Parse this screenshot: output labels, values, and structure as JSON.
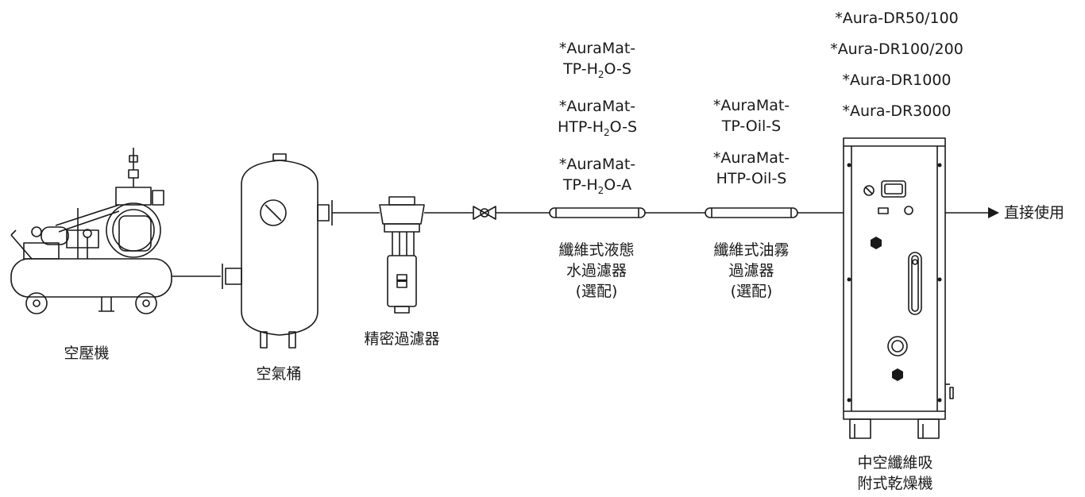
{
  "equipment": {
    "compressor": "空壓機",
    "air_tank": "空氣桶",
    "precision_filter": "精密過濾器",
    "water_filter": [
      "纖維式液態",
      "水過濾器",
      "(選配)"
    ],
    "oil_filter": [
      "纖維式油霧",
      "過濾器",
      "(選配)"
    ],
    "dryer": [
      "中空纖維吸",
      "附式乾燥機"
    ]
  },
  "output_label": "直接使用",
  "water_filter_models": [
    {
      "l1": "*AuraMat-",
      "l2a": "TP-H",
      "sub": "2",
      "l2b": "O-S"
    },
    {
      "l1": "*AuraMat-",
      "l2a": "HTP-H",
      "sub": "2",
      "l2b": "O-S"
    },
    {
      "l1": "*AuraMat-",
      "l2a": "TP-H",
      "sub": "2",
      "l2b": "O-A"
    }
  ],
  "oil_filter_models": [
    {
      "l1": "*AuraMat-",
      "l2": "TP-Oil-S"
    },
    {
      "l1": "*AuraMat-",
      "l2": "HTP-Oil-S"
    }
  ],
  "dryer_models": [
    "*Aura-DR50/100",
    "*Aura-DR100/200",
    "*Aura-DR1000",
    "*Aura-DR3000"
  ]
}
